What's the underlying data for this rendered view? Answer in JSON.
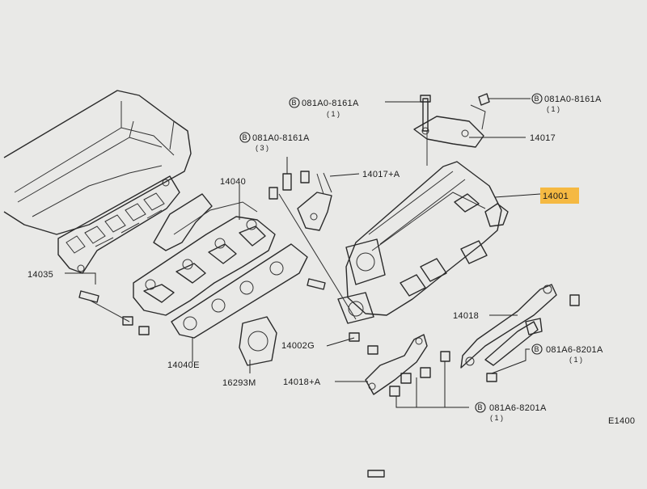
{
  "labels": {
    "p14035": "14035",
    "p14040": "14040",
    "p14040e": "14040E",
    "p16293m": "16293M",
    "p14002g": "14002G",
    "p14018a": "14018+A",
    "p14018": "14018",
    "p14001": "14001",
    "p14017": "14017",
    "p14017a": "14017+A",
    "bolt_top_center": "081A0-8161A",
    "bolt_top_center_qty": "( 1 )",
    "bolt_top_right": "081A0-8161A",
    "bolt_top_right_qty": "( 1 )",
    "bolt_left": "081A0-8161A",
    "bolt_left_qty": "( 3 )",
    "bolt_right_mid": "081A6-8201A",
    "bolt_right_mid_qty": "( 1 )",
    "bolt_bottom": "081A6-8201A",
    "bolt_bottom_qty": "( 1 )",
    "bolt_marker": "B",
    "ref_code": "E1400"
  },
  "colors": {
    "background": "#e9e9e7",
    "ink": "#222222",
    "highlight": "#f5b942"
  }
}
